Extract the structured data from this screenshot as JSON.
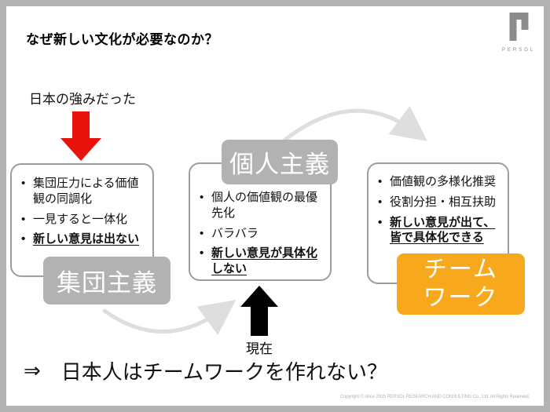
{
  "slide": {
    "title": "なぜ新しい文化が必要なのか？",
    "brand": "PERSOL",
    "footer": "Copyright © since 2015 PERSOL RESEARCH AND CONSULTING Co., Ltd. All Rights Reserved."
  },
  "diagram": {
    "past_note": "日本の強みだった",
    "present_note": "現在",
    "stages": [
      {
        "label": "集団主義",
        "bullets": [
          "集団圧力による価値観の同調化",
          "一見すると一体化",
          "新しい意見は出ない"
        ]
      },
      {
        "label": "個人主義",
        "bullets": [
          "個人の価値観の最優先化",
          "バラバラ",
          "新しい意見が具体化しない"
        ]
      },
      {
        "label": "チームワーク",
        "bullets": [
          "価値観の多様化推奨",
          "役割分担・相互扶助",
          "新しい意見が出て、皆で具体化できる"
        ]
      }
    ]
  },
  "conclusion": {
    "symbol": "⇒",
    "text": "日本人はチームワークを作れない？"
  },
  "icons": {
    "red_down_arrow": "red-down-arrow",
    "black_up_arrow": "black-up-arrow",
    "flow_curve_arrows": "gray-curved-arrows",
    "brand_mark": "persol-logo"
  },
  "colors": {
    "red_arrow": "#e8130b",
    "black_arrow": "#000000",
    "stage_label_gray": "#b2b2b2",
    "teamwork_orange": "#f8a81d",
    "flow_arrow_gray": "#dedede",
    "frame_gray": "#b3b3b3"
  }
}
